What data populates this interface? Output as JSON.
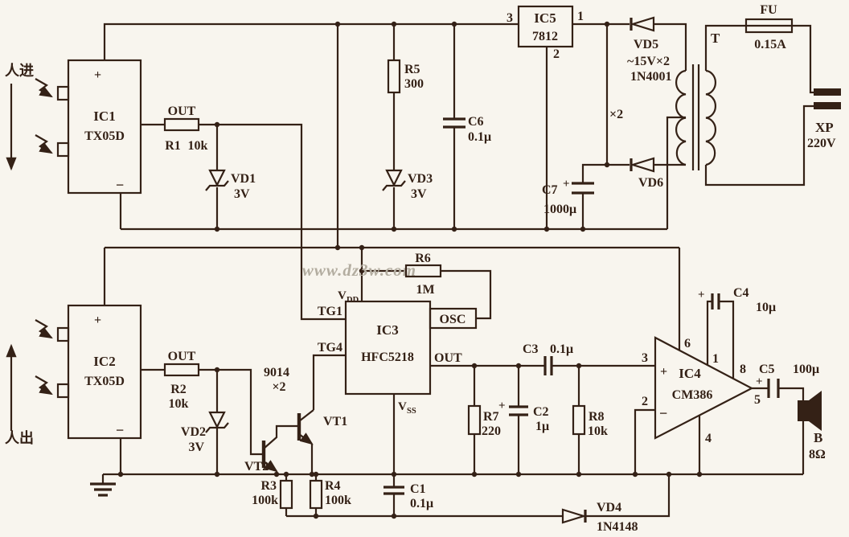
{
  "colors": {
    "ink": "#342116",
    "paper": "#f8f5ee",
    "watermark": "#b3ada0"
  },
  "watermark": "www.dz3w.com",
  "sensors": {
    "person_in": "人进",
    "person_out": "人出"
  },
  "sym": {
    "plus": "+",
    "minus": "−"
  },
  "pins": {
    "p1": "1",
    "p2": "2",
    "p3": "3",
    "p4": "4",
    "p5": "5",
    "p6": "6",
    "p8": "8"
  },
  "ic1": {
    "name": "IC1",
    "part": "TX05D",
    "out": "OUT"
  },
  "ic2": {
    "name": "IC2",
    "part": "TX05D",
    "out": "OUT"
  },
  "ic3": {
    "name": "IC3",
    "part": "HFC5218",
    "tg1": "TG1",
    "tg4": "TG4",
    "osc": "OSC",
    "out": "OUT",
    "vdd": {
      "base": "V",
      "sub": "DD"
    },
    "vss": {
      "base": "V",
      "sub": "SS"
    }
  },
  "ic4": {
    "name": "IC4",
    "part": "CM386"
  },
  "ic5": {
    "name": "IC5",
    "part": "7812"
  },
  "r1": {
    "name": "R1",
    "value": "10k"
  },
  "r2": {
    "name": "R2",
    "value": "10k"
  },
  "r3": {
    "name": "R3",
    "value": "100k"
  },
  "r4": {
    "name": "R4",
    "value": "100k"
  },
  "r5": {
    "name": "R5",
    "value": "300"
  },
  "r6": {
    "name": "R6",
    "value": "1M"
  },
  "r7": {
    "name": "R7",
    "value": "220"
  },
  "r8": {
    "name": "R8",
    "value": "10k"
  },
  "c1": {
    "name": "C1",
    "value": "0.1μ"
  },
  "c2": {
    "name": "C2",
    "value": "1μ"
  },
  "c3": {
    "name": "C3",
    "value": "0.1μ"
  },
  "c4": {
    "name": "C4",
    "value": "10μ"
  },
  "c5": {
    "name": "C5",
    "value": "100μ"
  },
  "c6": {
    "name": "C6",
    "value": "0.1μ"
  },
  "c7": {
    "name": "C7",
    "value": "1000μ"
  },
  "vd1": {
    "name": "VD1",
    "value": "3V"
  },
  "vd2": {
    "name": "VD2",
    "value": "3V"
  },
  "vd3": {
    "name": "VD3",
    "value": "3V"
  },
  "vd4": {
    "name": "VD4",
    "value": "1N4148"
  },
  "vd5": {
    "name": "VD5",
    "value": "~15V×2",
    "part": "1N4001"
  },
  "vd6": {
    "name": "VD6"
  },
  "diode_mult": "×2",
  "vt": {
    "type": "9014",
    "count": "×2",
    "vt1": "VT1",
    "vt2": "VT2"
  },
  "transformer": {
    "name": "T"
  },
  "fuse": {
    "name": "FU",
    "value": "0.15A"
  },
  "plug": {
    "name": "XP",
    "value": "220V"
  },
  "speaker": {
    "name": "B",
    "value": "8Ω"
  }
}
